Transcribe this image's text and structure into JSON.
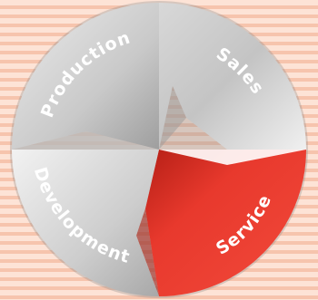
{
  "segments": [
    {
      "id": "production",
      "label": "Production",
      "color": "#cfcfcf"
    },
    {
      "id": "sales",
      "label": "Sales",
      "color": "#d6d6d6"
    },
    {
      "id": "service",
      "label": "Service",
      "color": "#e63328"
    },
    {
      "id": "development",
      "label": "Development",
      "color": "#dcdcdc"
    }
  ],
  "background": {
    "base": "#fde3d6",
    "stripe": "#f6c4ad"
  }
}
